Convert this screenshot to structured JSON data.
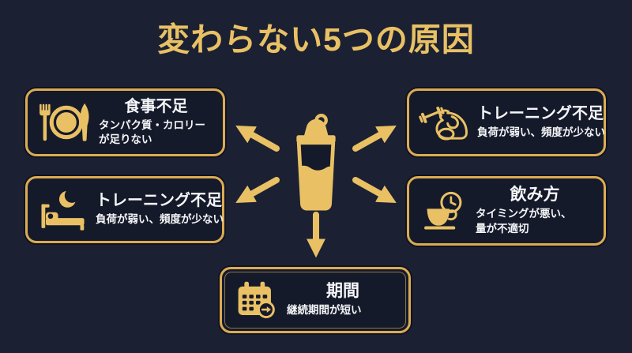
{
  "title": "変わらない5つの原因",
  "colors": {
    "background": "#1b2133",
    "card_background": "#151a2b",
    "gold": "#e9c164",
    "border_gold": "#dcab52",
    "text": "#f5f6f8"
  },
  "center": {
    "icon": "protein-shaker-icon"
  },
  "arrows": [
    "up-left",
    "up-right",
    "down-left",
    "down-right",
    "down"
  ],
  "cards": [
    {
      "position": "top-left",
      "icon": "meal-icon",
      "title": "食事不足",
      "subtitle_lines": [
        "タンパク質・カロリー",
        "が足りない"
      ]
    },
    {
      "position": "top-right",
      "icon": "muscle-dumbbell-icon",
      "title": "トレーニング不足",
      "subtitle_lines": [
        "負荷が弱い、頻度が少ない"
      ]
    },
    {
      "position": "bottom-left",
      "icon": "bed-moon-icon",
      "title": "トレーニング不足",
      "subtitle_lines": [
        "負荷が弱い、頻度が少ない"
      ]
    },
    {
      "position": "bottom-right",
      "icon": "cup-clock-icon",
      "title": "飲み方",
      "subtitle_lines": [
        "タイミングが悪い、",
        "量が不適切"
      ]
    },
    {
      "position": "bottom-center",
      "icon": "calendar-arrow-icon",
      "title": "期間",
      "subtitle_lines": [
        "継続期間が短い"
      ]
    }
  ]
}
